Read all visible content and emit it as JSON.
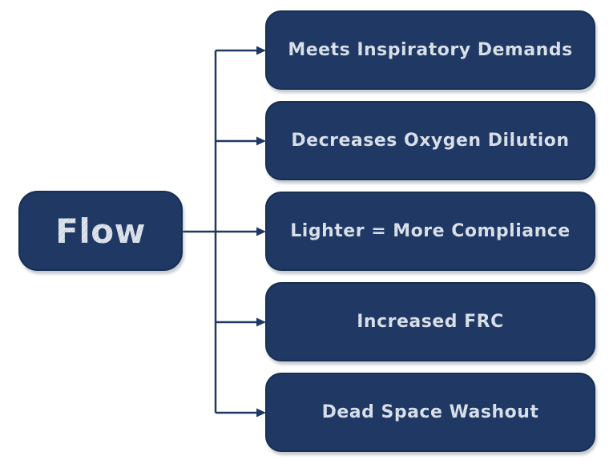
{
  "diagram": {
    "root": {
      "label": "Flow"
    },
    "branches": [
      {
        "label": "Meets Inspiratory Demands"
      },
      {
        "label": "Decreases Oxygen Dilution"
      },
      {
        "label": "Lighter = More Compliance"
      },
      {
        "label": "Increased FRC"
      },
      {
        "label": "Dead Space Washout"
      }
    ]
  },
  "colors": {
    "box_fill": "#1f3864",
    "box_border": "#182f52",
    "label_text": "#d9dee6",
    "connector": "#1f3864",
    "background": "#ffffff"
  }
}
